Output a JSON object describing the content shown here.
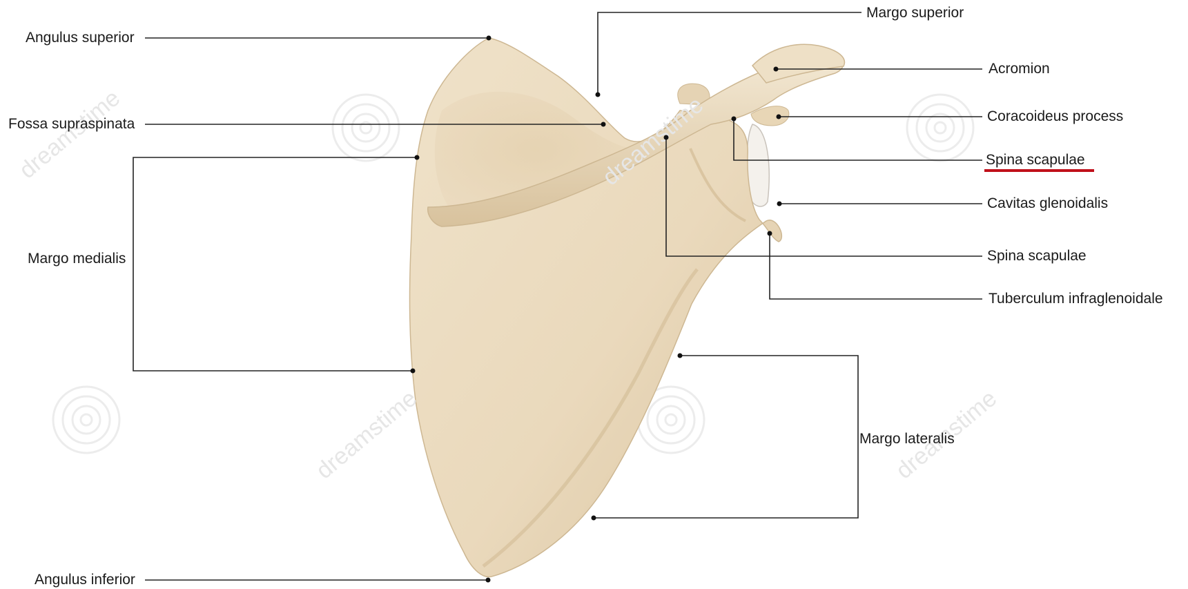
{
  "labels": {
    "angulus_superior": "Angulus superior",
    "fossa_supraspinata": "Fossa supraspinata",
    "margo_medialis": "Margo medialis",
    "angulus_inferior": "Angulus inferior",
    "margo_superior": "Margo superior",
    "acromion": "Acromion",
    "coracoideus_process": "Coracoideus process",
    "spina_scapulae_highlighted": "Spina scapulae",
    "cavitas_glenoidalis": "Cavitas glenoidalis",
    "spina_scapulae": "Spina scapulae",
    "tuberculum_infraglenoidale": "Tuberculum infraglenoidale",
    "margo_lateralis": "Margo lateralis"
  },
  "watermark": {
    "text": "dreamstime"
  },
  "colors": {
    "bone": "#ead9bd",
    "bone_shadow": "#d7c19c",
    "highlight_underline": "#c0101a",
    "leader_line": "#222222",
    "background": "#ffffff"
  }
}
